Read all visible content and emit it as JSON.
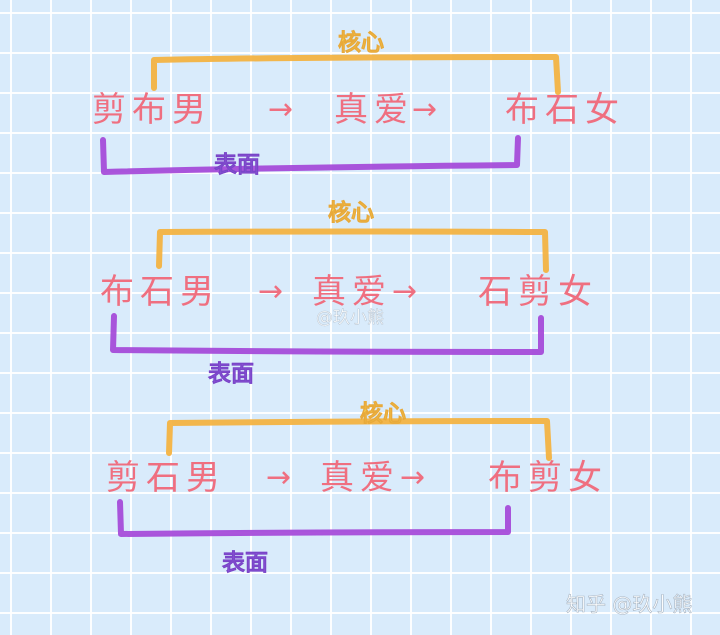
{
  "diagrams": [
    {
      "core_label": "核心",
      "surface_label": "表面",
      "left_word": "剪布男",
      "arrow1": "→",
      "middle_word": "真爱",
      "arrow2": "→",
      "right_word": "布石女"
    },
    {
      "core_label": "核心",
      "surface_label": "表面",
      "left_word": "布石男",
      "arrow1": "→",
      "middle_word": "真爱",
      "arrow2": "→",
      "right_word": "石剪女"
    },
    {
      "core_label": "核心",
      "surface_label": "表面",
      "left_word": "剪石男",
      "arrow1": "→",
      "middle_word": "真爱",
      "arrow2": "→",
      "right_word": "布剪女"
    }
  ],
  "watermark": {
    "center": "@玖小熊",
    "corner": "知乎 @玖小熊"
  },
  "colors": {
    "background": "#d9ebfb",
    "grid": "#ffffff",
    "text": "#ef6f80",
    "core": "#f4b13d",
    "surface": "#a447d8"
  }
}
